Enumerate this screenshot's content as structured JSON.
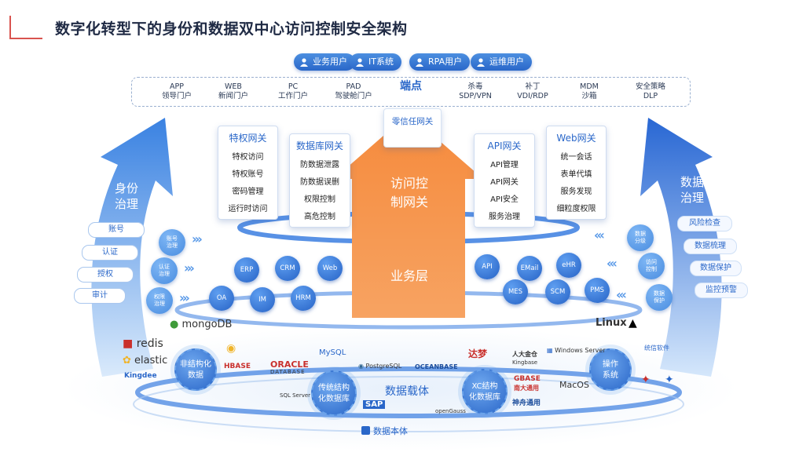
{
  "title": "数字化转型下的身份和数据双中心访问控制安全架构",
  "users": [
    "业务用户",
    "IT系统",
    "RPA用户",
    "运维用户"
  ],
  "endpoints": [
    {
      "line1": "APP",
      "line2": "领导门户"
    },
    {
      "line1": "WEB",
      "line2": "新闻门户"
    },
    {
      "line1": "PC",
      "line2": "工作门户"
    },
    {
      "line1": "PAD",
      "line2": "驾驶舱门户"
    },
    {
      "line1": "杀毒",
      "line2": "SDP/VPN"
    },
    {
      "line1": "补丁",
      "line2": "VDI/RDP"
    },
    {
      "line1": "MDM",
      "line2": "沙箱"
    },
    {
      "line1": "安全策略",
      "line2": "DLP"
    }
  ],
  "endpoint_center": "端点",
  "zero_trust": "零信任网关",
  "center_arrow": {
    "top_line1": "访问控",
    "top_line2": "制网关",
    "bottom": "业务层"
  },
  "gateways": {
    "privileged": {
      "title": "特权网关",
      "items": [
        "特权访问",
        "特权账号",
        "密码管理",
        "运行时访问"
      ]
    },
    "database": {
      "title": "数据库网关",
      "items": [
        "防数据泄露",
        "防数据误删",
        "权限控制",
        "高危控制"
      ]
    },
    "api": {
      "title": "API网关",
      "items": [
        "API管理",
        "API网关",
        "API安全",
        "服务治理"
      ]
    },
    "web": {
      "title": "Web网关",
      "items": [
        "统一会话",
        "表单代填",
        "服务发现",
        "细粒度权限"
      ]
    }
  },
  "identity": {
    "title_line1": "身份",
    "title_line2": "治理",
    "items": [
      "账号",
      "认证",
      "授权",
      "审计"
    ],
    "bubbles": [
      {
        "line1": "账号",
        "line2": "治理"
      },
      {
        "line1": "认证",
        "line2": "治理"
      },
      {
        "line1": "权限",
        "line2": "治理"
      }
    ]
  },
  "data_gov": {
    "title_line1": "数据",
    "title_line2": "治理",
    "items": [
      "风险检查",
      "数据梳理",
      "数据保护",
      "监控预警"
    ],
    "bubbles": [
      {
        "line1": "数据",
        "line2": "分级"
      },
      {
        "line1": "访问",
        "line2": "控制"
      },
      {
        "line1": "数据",
        "line2": "保护"
      }
    ]
  },
  "apps_left": [
    "ERP",
    "CRM",
    "Web",
    "OA",
    "IM",
    "HRM"
  ],
  "apps_right": [
    "API",
    "EMail",
    "eHR",
    "MES",
    "SCM",
    "PMS"
  ],
  "data_layer": {
    "label": "数据载体",
    "circles": [
      {
        "line1": "非结构化",
        "line2": "数据"
      },
      {
        "line1": "传统结构",
        "line2": "化数据库"
      },
      {
        "line1": "XC结构",
        "line2": "化数据库"
      },
      {
        "line1": "操作",
        "line2": "系统"
      }
    ],
    "bottom": "数据本体"
  },
  "logos": {
    "mongodb": "mongoDB",
    "redis": "redis",
    "elastic": "elastic",
    "kingdee": "Kingdee",
    "hbase": "HBASE",
    "oracle1": "ORACLE",
    "oracle2": "DATABASE",
    "mysql": "MySQL",
    "postgres": "PostgreSQL",
    "oceanbase": "OCEANBASE",
    "sqlserver": "SQL Server",
    "sap": "SAP",
    "opengauss": "openGauss",
    "dameng": "达梦",
    "kingbase": "人大金仓",
    "kingbase2": "Kingbase",
    "gbase1": "GBASE",
    "gbase2": "南大通用",
    "shentong": "神舟通用",
    "windows": "Windows Server",
    "linux": "Linux",
    "tongxin": "统信软件",
    "macos": "MacOS"
  }
}
